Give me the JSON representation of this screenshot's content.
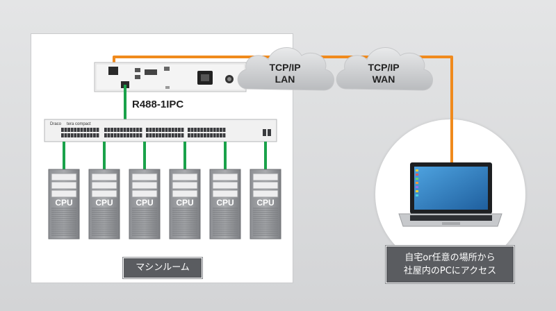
{
  "device": {
    "name": "R488-1IPC"
  },
  "switch": {
    "brand": "Draco",
    "model": "tera compact"
  },
  "clouds": [
    {
      "line1": "TCP/IP",
      "line2": "LAN"
    },
    {
      "line1": "TCP/IP",
      "line2": "WAN"
    }
  ],
  "servers": [
    {
      "label": "CPU"
    },
    {
      "label": "CPU"
    },
    {
      "label": "CPU"
    },
    {
      "label": "CPU"
    },
    {
      "label": "CPU"
    },
    {
      "label": "CPU"
    }
  ],
  "room_label": "マシンルーム",
  "remote_label": {
    "line1": "自宅or任意の場所から",
    "line2": "社屋内のPCにアクセス"
  },
  "colors": {
    "network_line": "#f08a1c",
    "server_link": "#1aa24a",
    "label_bg": "#5a5c60"
  }
}
